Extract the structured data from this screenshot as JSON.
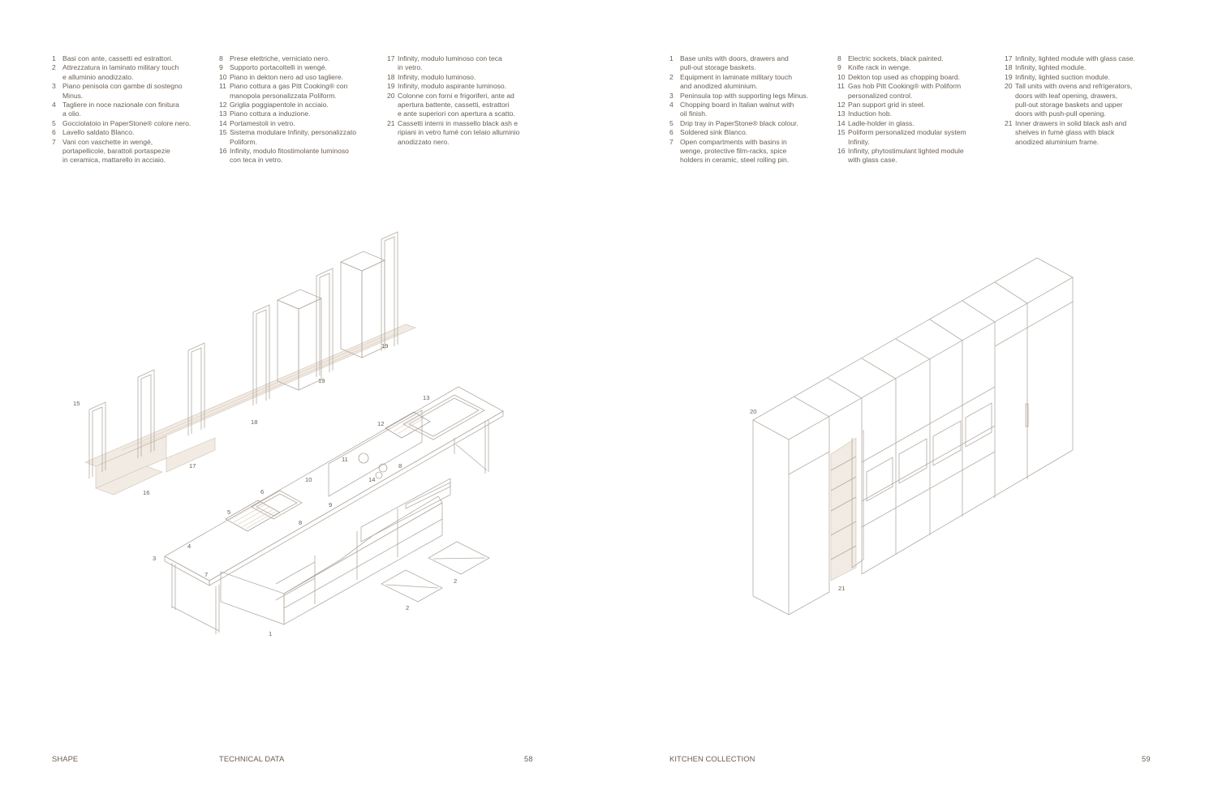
{
  "left_page": {
    "col1": [
      {
        "n": "1",
        "t": "Basi con ante, cassetti ed estrattori."
      },
      {
        "n": "2",
        "t": "Attrezzatura in laminato military touch\ne alluminio anodizzato."
      },
      {
        "n": "3",
        "t": "Piano penisola con gambe di sostegno\nMinus."
      },
      {
        "n": "4",
        "t": "Tagliere in noce nazionale con finitura\na olio."
      },
      {
        "n": "5",
        "t": "Gocciolatoio in PaperStone® colore nero."
      },
      {
        "n": "6",
        "t": "Lavello saldato Blanco."
      },
      {
        "n": "7",
        "t": "Vani con vaschette in wengé,\nportapellicole, barattoli portaspezie\nin ceramica, mattarello in acciaio."
      }
    ],
    "col2": [
      {
        "n": "8",
        "t": "Prese elettriche, verniciato nero."
      },
      {
        "n": "9",
        "t": "Supporto portacoltelli in wengé."
      },
      {
        "n": "10",
        "t": "Piano in dekton nero ad uso tagliere."
      },
      {
        "n": "11",
        "t": "Piano cottura a gas Pitt Cooking® con\nmanopola personalizzata Poliform."
      },
      {
        "n": "12",
        "t": "Griglia poggiapentole in acciaio."
      },
      {
        "n": "13",
        "t": "Piano cottura a induzione."
      },
      {
        "n": "14",
        "t": "Portamestoli in vetro."
      },
      {
        "n": "15",
        "t": "Sistema modulare Infinity, personalizzato\nPoliform."
      },
      {
        "n": "16",
        "t": "Infinity, modulo fitostimolante luminoso\ncon teca in vetro."
      }
    ],
    "col3": [
      {
        "n": "17",
        "t": "Infinity, modulo luminoso con teca\nin vetro."
      },
      {
        "n": "18",
        "t": "Infinity, modulo luminoso."
      },
      {
        "n": "19",
        "t": "Infinity, modulo aspirante luminoso."
      },
      {
        "n": "20",
        "t": "Colonne con forni e frigoriferi, ante ad\napertura battente, cassetti, estrattori\ne ante superiori con apertura a scatto."
      },
      {
        "n": "21",
        "t": "Cassetti interni in massello black ash e\nripiani in vetro fumé con telaio alluminio\nanodizzato nero."
      }
    ]
  },
  "right_page": {
    "col1": [
      {
        "n": "1",
        "t": "Base units with doors, drawers and\npull-out storage baskets."
      },
      {
        "n": "2",
        "t": "Equipment in laminate military touch\nand anodized aluminium."
      },
      {
        "n": "3",
        "t": "Peninsula top with supporting legs Minus."
      },
      {
        "n": "4",
        "t": "Chopping board in Italian walnut with\noil finish."
      },
      {
        "n": "5",
        "t": "Drip tray in PaperStone® black colour."
      },
      {
        "n": "6",
        "t": "Soldered sink Blanco."
      },
      {
        "n": "7",
        "t": "Open compartments with basins in\nwenge, protective film-racks, spice\nholders in ceramic, steel rolling pin."
      }
    ],
    "col2": [
      {
        "n": "8",
        "t": "Electric sockets, black painted."
      },
      {
        "n": "9",
        "t": "Knife rack in wenge."
      },
      {
        "n": "10",
        "t": "Dekton top used as chopping board."
      },
      {
        "n": "11",
        "t": "Gas hob Pitt Cooking® with Poliform\npersonalized control."
      },
      {
        "n": "12",
        "t": "Pan support grid in steel."
      },
      {
        "n": "13",
        "t": "Induction hob."
      },
      {
        "n": "14",
        "t": "Ladle-holder in glass."
      },
      {
        "n": "15",
        "t": "Poliform personalized modular system\nInfinity."
      },
      {
        "n": "16",
        "t": "Infinity, phytostimulant lighted module\nwith glass case."
      }
    ],
    "col3": [
      {
        "n": "17",
        "t": "Infinity, lighted module with glass case."
      },
      {
        "n": "18",
        "t": "Infinity, lighted module."
      },
      {
        "n": "19",
        "t": "Infinity, lighted suction module."
      },
      {
        "n": "20",
        "t": "Tall units with ovens and refrigerators,\ndoors with leaf opening, drawers,\npull-out storage baskets and upper\ndoors with push-pull opening."
      },
      {
        "n": "21",
        "t": "Inner drawers in solid black ash and\nshelves in fumé glass with black\nanodized aluminium frame."
      }
    ]
  },
  "drawing_labels": {
    "l1": "1",
    "l2": "2",
    "l3": "3",
    "l4": "4",
    "l5": "5",
    "l6": "6",
    "l7": "7",
    "l8": "8",
    "l9": "9",
    "l10": "10",
    "l11": "11",
    "l12": "12",
    "l13": "13",
    "l14": "14",
    "l15": "15",
    "l16": "16",
    "l17": "17",
    "l18": "18",
    "l19": "19",
    "l20": "20",
    "l21": "21"
  },
  "footer": {
    "left_section": "SHAPE",
    "left_title": "TECHNICAL DATA",
    "left_page": "58",
    "right_title": "KITCHEN COLLECTION",
    "right_page": "59"
  }
}
